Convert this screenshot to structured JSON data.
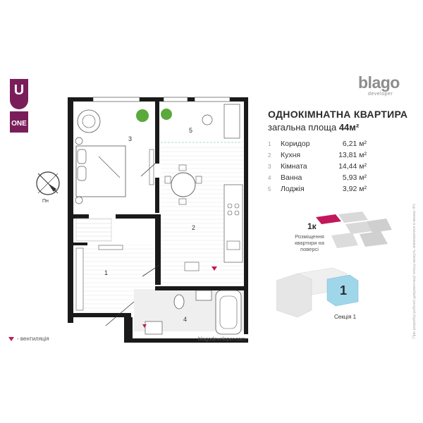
{
  "brand": {
    "project_letter": "U",
    "project_word": "ONE",
    "developer_name": "blago",
    "developer_sub": "developer",
    "accent_color": "#7a1e5a",
    "secondary_accent": "#c2185b",
    "section_color": "#9fd6ea"
  },
  "header": {
    "title": "ОДНОКІМНАТНА КВАРТИРА",
    "area_prefix": "загальна площа",
    "area_value": "44м²"
  },
  "rooms": [
    {
      "num": "1",
      "name": "Коридор",
      "area": "6,21 м²"
    },
    {
      "num": "2",
      "name": "Кухня",
      "area": "13,81 м²"
    },
    {
      "num": "3",
      "name": "Кімната",
      "area": "14,44 м²"
    },
    {
      "num": "4",
      "name": "Ванна",
      "area": "5,93 м²"
    },
    {
      "num": "5",
      "name": "Лоджія",
      "area": "3,92 м²"
    }
  ],
  "plan_labels": {
    "r1": "1",
    "r2": "2",
    "r3": "3",
    "r4": "4",
    "r5": "5"
  },
  "compass": {
    "label": "Пн"
  },
  "floor_position": {
    "label": "1к",
    "text": "Розміщення квартири на поверсі"
  },
  "section": {
    "number": "1",
    "label": "Секція 1"
  },
  "legend": {
    "vent": "- вентиляція"
  },
  "website": "blagodeveloper.com",
  "disclaimer": "При розробці робочої документації площі можуть змінюватися в межах 4%"
}
